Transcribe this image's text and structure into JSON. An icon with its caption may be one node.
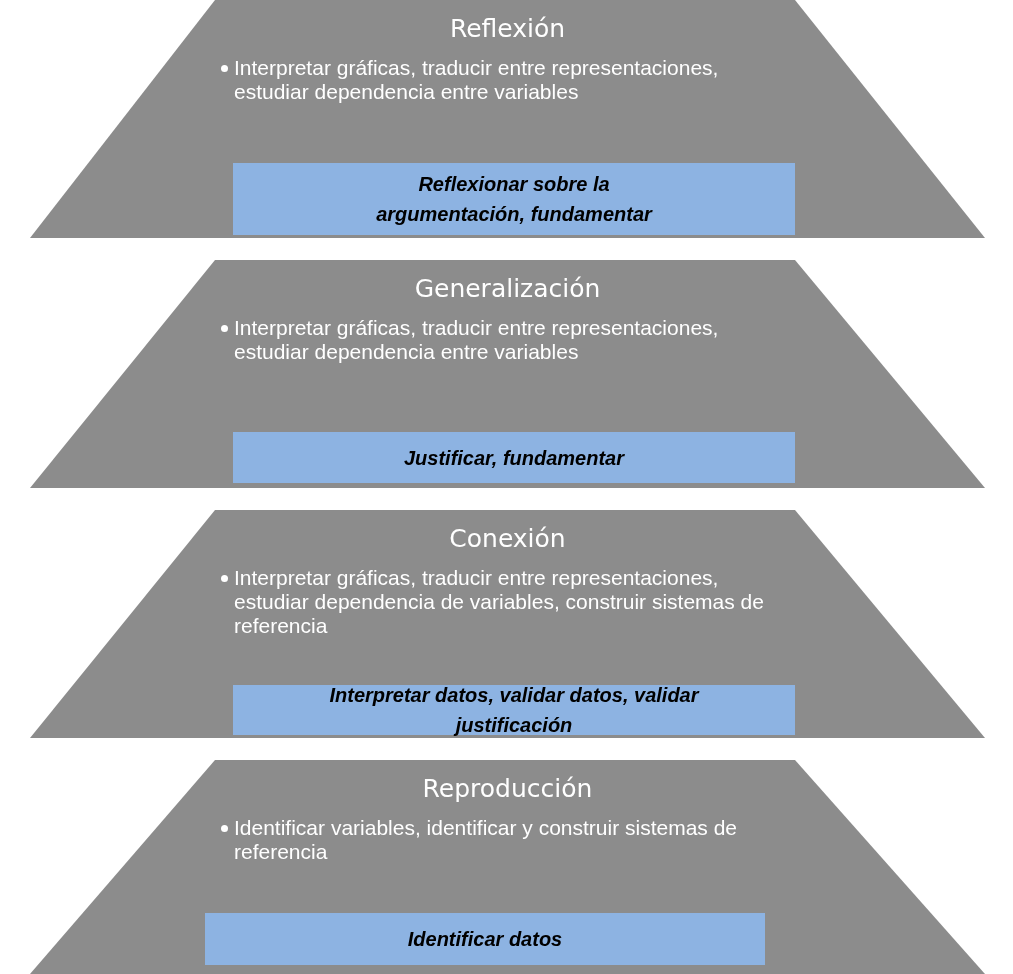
{
  "diagram": {
    "nodes": [
      {
        "text": [
          "Reflexión",
          "Interpretar gráficas, traducir entre representaciones, estudiar dependencia entre variables"
        ]
      },
      {
        "text": [
          "Reflexionar sobre la argumentación, fundamentar"
        ],
        "in": 0
      },
      {
        "text": [
          "Generalización",
          "Interpretar gráficas, traducir entre representaciones, estudiar dependencia entre variables"
        ]
      },
      {
        "text": [
          "Justificar, fundamentar"
        ],
        "in": 2
      },
      {
        "text": [
          "Conexión",
          "Interpretar gráficas,  traducir entre representaciones, estudiar dependencia de variables, construir sistemas de referencia"
        ]
      },
      {
        "text": [
          "Interpretar datos, validar datos, validar justificación"
        ],
        "in": 4
      },
      {
        "text": [
          "Reproducción",
          "Identificar variables, identificar y construir sistemas de referencia"
        ]
      },
      {
        "text": [
          "Identificar datos"
        ],
        "in": 6
      }
    ]
  }
}
